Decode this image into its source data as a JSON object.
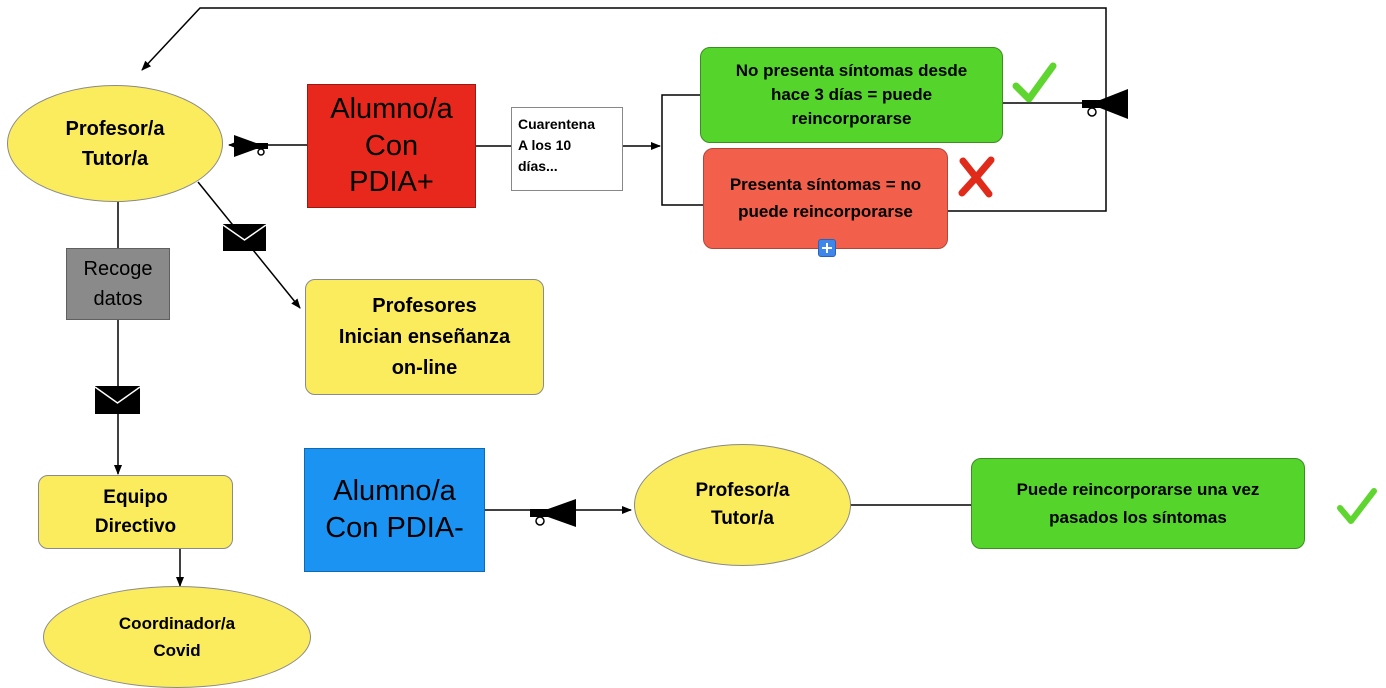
{
  "nodes": {
    "profesor_tutor_top": {
      "label": "Profesor/a\nTutor/a"
    },
    "alumno_pdia_pos": {
      "label": "Alumno/a\nCon\nPDIA+"
    },
    "cuarentena_note": {
      "label": "Cuarentena\nA los 10\ndías..."
    },
    "no_sintomas": {
      "label": "No presenta síntomas desde\nhace 3 días =  puede\nreincorporarse"
    },
    "con_sintomas": {
      "label": "Presenta síntomas = no\npuede reincorporarse"
    },
    "recoge_datos": {
      "label": "Recoge\ndatos"
    },
    "profesores_online": {
      "label": "Profesores\nInician enseñanza\non-line"
    },
    "equipo_directivo": {
      "label": "Equipo\nDirectivo"
    },
    "coordinador_covid": {
      "label": "Coordinador/a\nCovid"
    },
    "alumno_pdia_neg": {
      "label": "Alumno/a\nCon PDIA-"
    },
    "profesor_tutor_bottom": {
      "label": "Profesor/a\nTutor/a"
    },
    "puede_reincorporarse": {
      "label": "Puede reincorporarse una vez\npasados los síntomas"
    }
  },
  "icons": {
    "check": "check-icon",
    "cross": "cross-icon",
    "megaphone": "megaphone-icon",
    "envelope": "envelope-icon",
    "plus": "plus-icon"
  },
  "colors": {
    "ellipse_fill": "#fbec5d",
    "alumno_pos_fill": "#e8281c",
    "alumno_neg_fill": "#1a93f2",
    "green_box_fill": "#55d42c",
    "red_box_fill": "#f2604c",
    "gray_box_fill": "#8a8a8a",
    "check_color": "#5fd62f",
    "cross_color": "#e02a1a"
  }
}
